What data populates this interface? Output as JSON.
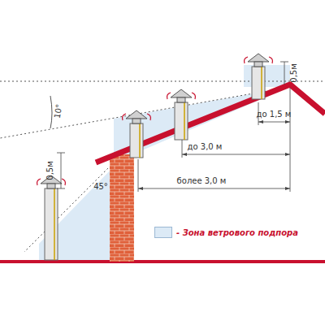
{
  "diagram": {
    "labels": [
      "10°",
      "0,5м",
      "45°",
      "0,5м",
      "до 1,5 м",
      "до 3,0 м",
      "более 3,0 м"
    ],
    "legend": [
      {
        "text": "- Зона ветрового подпора",
        "color": "#dceaf6"
      }
    ]
  }
}
